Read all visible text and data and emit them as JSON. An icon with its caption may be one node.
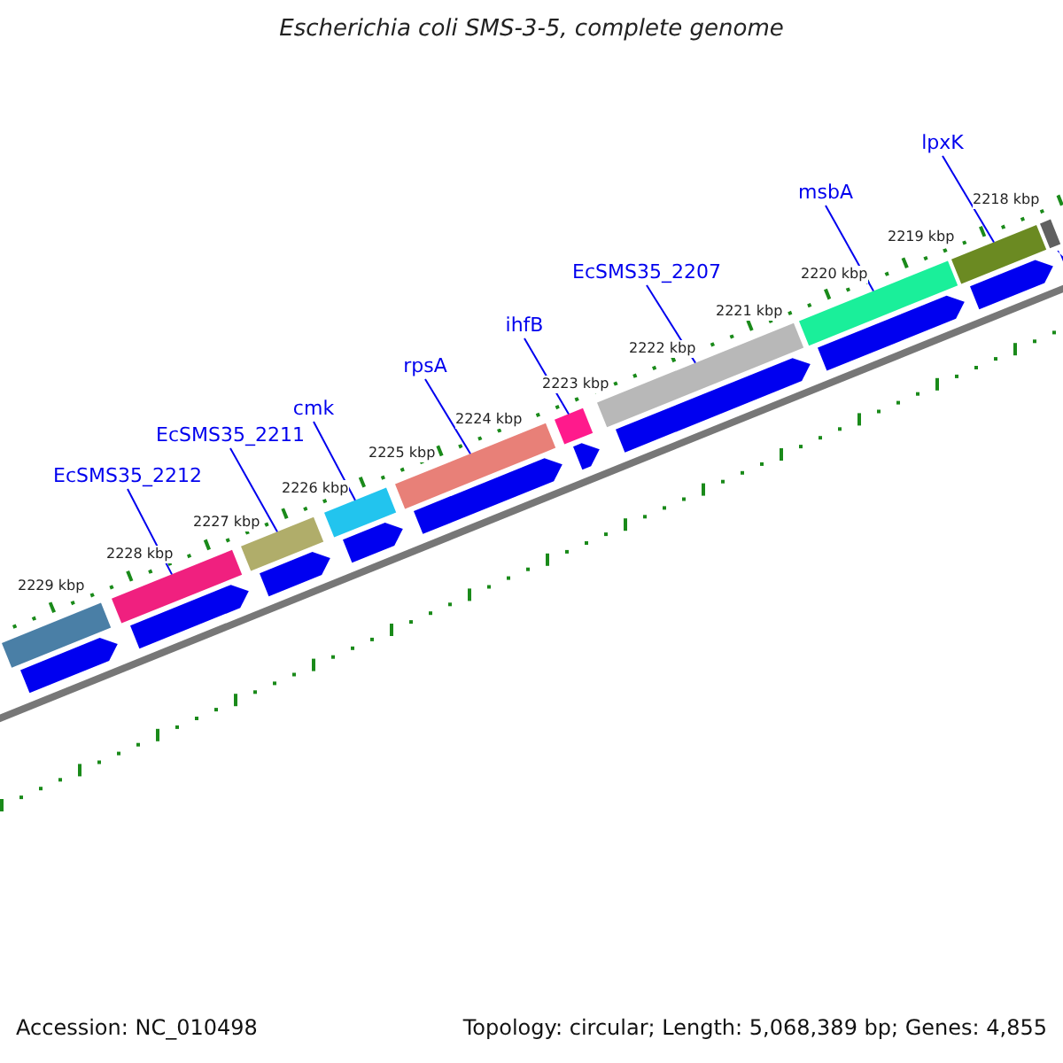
{
  "diagram": {
    "title": "Escherichia coli SMS-3-5, complete genome",
    "nodes": [
      {
        "text": [
          "EcSMS35_2212"
        ]
      },
      {
        "text": [
          "EcSMS35_2211"
        ]
      },
      {
        "text": [
          "cmk"
        ]
      },
      {
        "text": [
          "rpsA"
        ]
      },
      {
        "text": [
          "ihfB"
        ]
      },
      {
        "text": [
          "EcSMS35_2207"
        ]
      },
      {
        "text": [
          "msbA"
        ]
      },
      {
        "text": [
          "lpxK"
        ]
      },
      {
        "text": [],
        "shape": "bar"
      },
      {
        "text": [],
        "shape": "bar"
      },
      {
        "text": [],
        "shape": "bar"
      },
      {
        "text": [],
        "shape": "bar"
      },
      {
        "text": [],
        "shape": "bar"
      },
      {
        "text": [],
        "shape": "bar"
      },
      {
        "text": [],
        "shape": "bar"
      },
      {
        "text": [],
        "shape": "bar"
      },
      {
        "text": [],
        "shape": "bar"
      },
      {
        "text": [],
        "shape": "bar"
      },
      {
        "text": [],
        "shape": "bar"
      },
      {
        "text": [],
        "shape": "bar"
      },
      {
        "text": [],
        "shape": "bar"
      },
      {
        "text": [],
        "shape": "bar"
      },
      {
        "text": [],
        "shape": "bar"
      },
      {
        "text": [],
        "shape": "bar"
      },
      {
        "text": [],
        "shape": "bar"
      },
      {
        "text": [],
        "shape": "bar"
      },
      {
        "text": [],
        "shape": "bar"
      },
      {
        "text": [],
        "shape": "bar"
      }
    ],
    "edges": [
      {
        "from": 0,
        "to": 9,
        "arrow": "none"
      },
      {
        "from": 1,
        "to": 10,
        "arrow": "none"
      },
      {
        "from": 2,
        "to": 11,
        "arrow": "none"
      },
      {
        "from": 3,
        "to": 12,
        "arrow": "none"
      },
      {
        "from": 4,
        "to": 13,
        "arrow": "none"
      },
      {
        "from": 5,
        "to": 14,
        "arrow": "none"
      },
      {
        "from": 6,
        "to": 15,
        "arrow": "none"
      },
      {
        "from": 7,
        "to": 16,
        "arrow": "none"
      }
    ],
    "labels": [
      "2218 kbp",
      "2219 kbp",
      "2220 kbp",
      "2221 kbp",
      "2222 kbp",
      "2223 kbp",
      "2224 kbp",
      "2225 kbp",
      "2226 kbp",
      "2227 kbp",
      "2228 kbp",
      "2229 kbp",
      "Accession: NC_010498",
      "Topology: circular; Length: 5,068,389 bp; Genes: 4,855"
    ]
  }
}
